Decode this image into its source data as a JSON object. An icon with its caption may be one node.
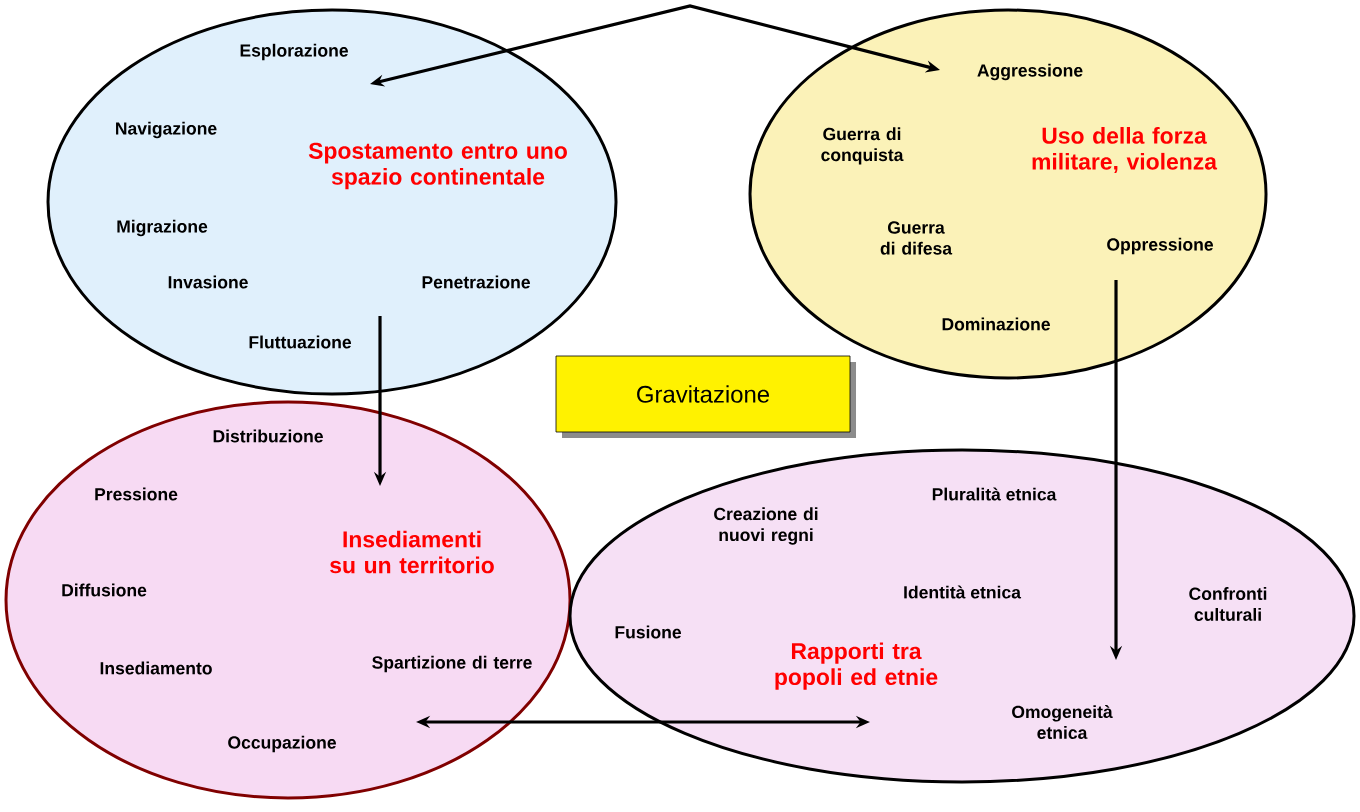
{
  "diagram": {
    "nodes": [
      {
        "text": [
          "Spostamento entro uno spazio continentale",
          "Esplorazione",
          "Navigazione",
          "Migrazione",
          "Invasione",
          "Penetrazione",
          "Fluttuazione"
        ]
      },
      {
        "text": [
          "Uso della forza militare, violenza",
          "Aggressione",
          "Guerra di conquista",
          "Guerra di difesa",
          "Oppressione",
          "Dominazione"
        ]
      },
      {
        "text": [
          "Insediamenti su un territorio",
          "Distribuzione",
          "Pressione",
          "Diffusione",
          "Insediamento",
          "Spartizione di terre",
          "Occupazione"
        ]
      },
      {
        "text": [
          "Rapporti tra popoli ed etnie",
          "Creazione di nuovi regni",
          "Pluralità etnica",
          "Identità etnica",
          "Confronti culturali",
          "Fusione",
          "Omogeneità etnica"
        ]
      },
      {
        "text": [
          "Gravitazione"
        ]
      }
    ],
    "edges": [
      {
        "from": 0,
        "to": 1,
        "arrow": "both"
      },
      {
        "from": 0,
        "to": 2,
        "arrow": "to"
      },
      {
        "from": 1,
        "to": 3,
        "arrow": "to"
      },
      {
        "from": 2,
        "to": 3,
        "arrow": "both"
      }
    ]
  }
}
